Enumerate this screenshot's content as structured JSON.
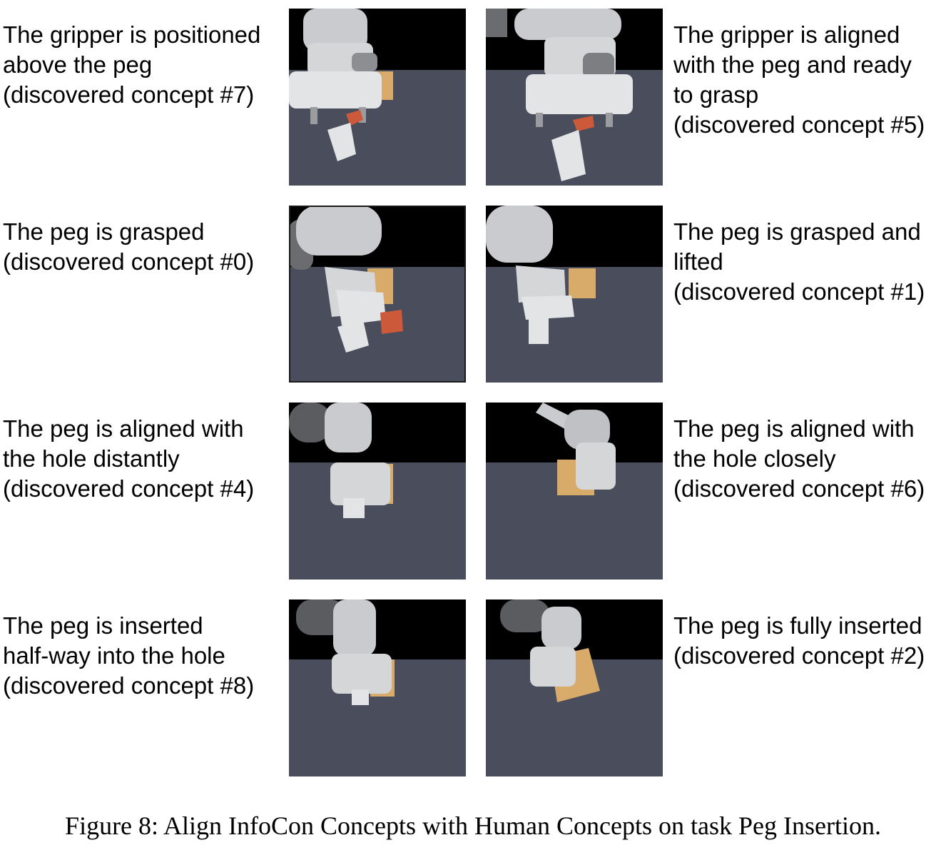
{
  "figure": {
    "caption": "Figure 8: Align InfoCon Concepts with Human Concepts on task Peg Insertion.",
    "concepts": [
      {
        "id": "c7",
        "lines": [
          "The gripper is positioned",
          "above the peg",
          "(discovered concept #7)"
        ]
      },
      {
        "id": "c5",
        "lines": [
          "The gripper is aligned",
          "with the peg and ready",
          "to grasp",
          "(discovered concept #5)"
        ]
      },
      {
        "id": "c0",
        "lines": [
          "The peg is grasped",
          "(discovered concept #0)"
        ]
      },
      {
        "id": "c1",
        "lines": [
          "The peg is grasped and",
          "lifted",
          "(discovered concept #1)"
        ]
      },
      {
        "id": "c4",
        "lines": [
          "The peg is aligned with",
          "the hole distantly",
          "(discovered concept #4)"
        ]
      },
      {
        "id": "c6",
        "lines": [
          "The peg is aligned with",
          "the hole closely",
          "(discovered concept #6)"
        ]
      },
      {
        "id": "c8",
        "lines": [
          "The peg is inserted",
          "half-way into the hole",
          "(discovered concept #8)"
        ]
      },
      {
        "id": "c2",
        "lines": [
          "The peg is fully inserted",
          "(discovered concept #2)"
        ]
      }
    ]
  },
  "colors": {
    "sky": "#000000",
    "floor": "#4a4e5c",
    "robot": "#d4d6d8",
    "robot_dark": "#9a9c9f",
    "peg_white": "#e2e4e6",
    "peg_red": "#cc5a3a",
    "box": "#d8ab6a"
  }
}
